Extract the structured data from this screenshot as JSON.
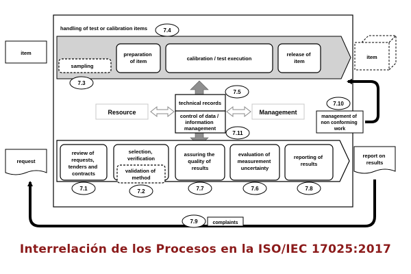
{
  "header_label": "handling of test or calibration items",
  "header_num": "7.4",
  "item_left": "item",
  "item_right": "item",
  "sampling": "sampling",
  "num_sampling": "7.3",
  "prep": [
    "preparation",
    "of item"
  ],
  "calib": "calibration / test execution",
  "release": [
    "release of",
    "item"
  ],
  "resource": "Resource",
  "management": "Management",
  "tech_records": "technical records",
  "num_tech": "7.5",
  "control_data": [
    "control of data /",
    "information",
    "management"
  ],
  "num_control": "7.11",
  "num_nonconf": "7.10",
  "nonconf": [
    "management of",
    "non conforming",
    "work"
  ],
  "request": "request",
  "report": [
    "report on",
    "results"
  ],
  "review": [
    "review of",
    "requests,",
    "tenders and",
    "contracts"
  ],
  "num_review": "7.1",
  "selection": [
    "selection,",
    "verification"
  ],
  "validation": [
    "validation of",
    "method"
  ],
  "num_selection": "7.2",
  "assuring": [
    "assuring the",
    "quality of",
    "results"
  ],
  "num_assuring": "7.7",
  "evaluation": [
    "evaluation of",
    "measurement",
    "uncertainty"
  ],
  "num_evaluation": "7.6",
  "reporting": [
    "reporting of",
    "results"
  ],
  "num_reporting": "7.8",
  "num_complaints": "7.9",
  "complaints": "complaints",
  "caption": "Interrelación de los Procesos en la ISO/IEC 17025:2017",
  "colors": {
    "band": "#d2d2d2",
    "caption": "#8b1a1a"
  }
}
